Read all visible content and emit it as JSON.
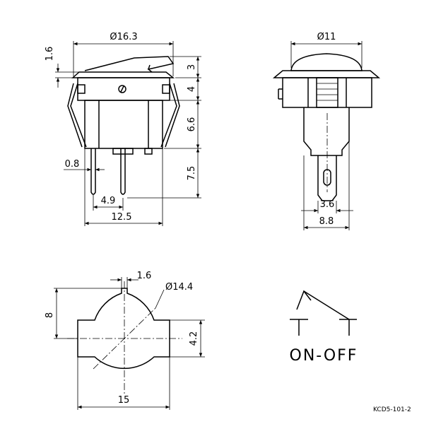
{
  "front_view": {
    "width_dim": "Ø16.3",
    "rocker_height_dim": "3",
    "flange_dim": "1.6",
    "body_upper_dim": "4",
    "body_lower_dim": "6.6",
    "pin_length_dim": "7.5",
    "pin_width_dim": "0.8",
    "pin_pitch_dim": "4.9",
    "body_width_dim": "12.5"
  },
  "side_view": {
    "rocker_dim": "Ø11",
    "terminal_dim": "3.6",
    "body_width_dim": "8.8"
  },
  "cutout_view": {
    "slot_width_dim": "1.6",
    "diameter_dim": "Ø14.4",
    "height_dim": "8",
    "flat_dim": "4.2",
    "width_dim": "15"
  },
  "symbol": {
    "label": "ON-OFF"
  },
  "model": "KCD5-101-2"
}
